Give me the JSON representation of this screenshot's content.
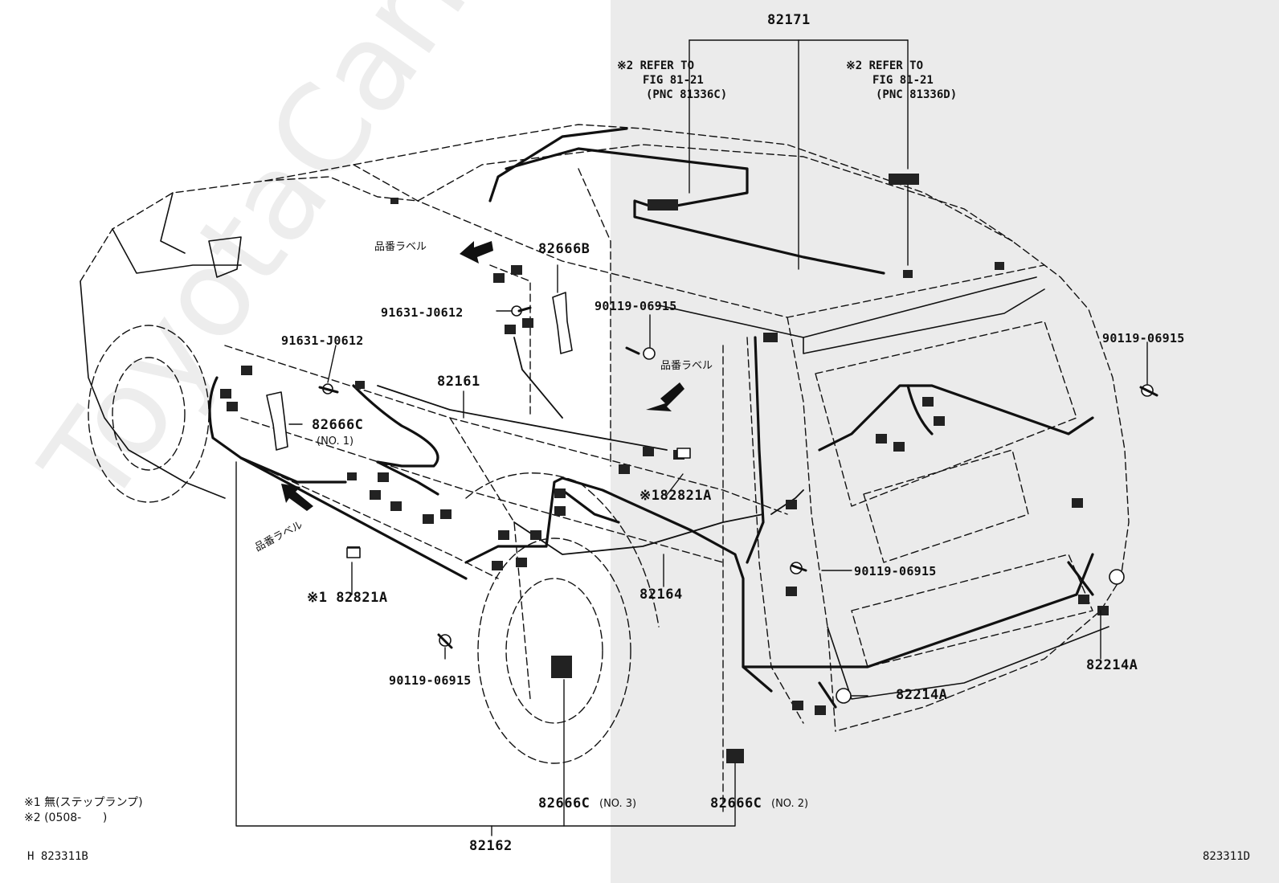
{
  "watermark": "ToyotaCarMini.ru",
  "labels": {
    "p82171": "82171",
    "refer_left_1": "※2 REFER TO",
    "refer_left_2": "FIG 81-21",
    "refer_left_3": "(PNC 81336C)",
    "refer_right_1": "※2 REFER TO",
    "refer_right_2": "FIG 81-21",
    "refer_right_3": "(PNC 81336D)",
    "hinban_1": "品番ラベル",
    "hinban_2": "品番ラベル",
    "hinban_3": "品番ラベル",
    "p82666B": "82666B",
    "p91631_top": "91631-J0612",
    "p91631_left": "91631-J0612",
    "p90119_mid": "90119-06915",
    "p90119_right": "90119-06915",
    "p90119_lower": "90119-06915",
    "p90119_bottom": "90119-06915",
    "p82161": "82161",
    "p82666C_1": "82666C",
    "no1": "(NO. 1)",
    "p82821A_mid": "※182821A",
    "p82821A_left": "※1 82821A",
    "p82164": "82164",
    "p82214A_right": "82214A",
    "p82214A_mid": "82214A",
    "p82666C_3": "82666C",
    "no3": "(NO. 3)",
    "p82666C_2": "82666C",
    "no2": "(NO. 2)",
    "p82162": "82162"
  },
  "footnotes": {
    "note1": "※1 無(ステップランプ)",
    "note2": "※2 (0508-      )",
    "code_left": "H 823311B",
    "code_right": "823311D"
  }
}
